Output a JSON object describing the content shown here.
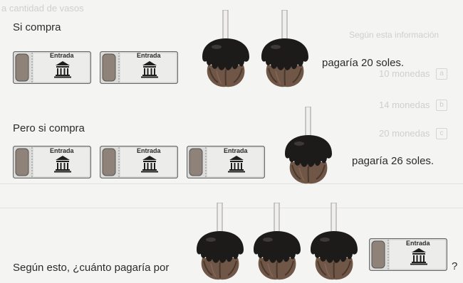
{
  "problem": {
    "line1_label": "Si compra",
    "line1_result": "pagaría 20 soles.",
    "line2_label": "Pero si compra",
    "line2_result": "pagaría 26 soles.",
    "question_prefix": "Según esto, ¿cuánto pagaría por",
    "question_suffix": "?",
    "ticket_text": "Entrada"
  },
  "ghost_text": {
    "top_line": "a cantidad de vasos",
    "side_line": "Según esta información",
    "options": [
      {
        "letter": "a",
        "text": "10 monedas"
      },
      {
        "letter": "b",
        "text": "14 monedas"
      },
      {
        "letter": "c",
        "text": "20 monedas"
      }
    ]
  }
}
